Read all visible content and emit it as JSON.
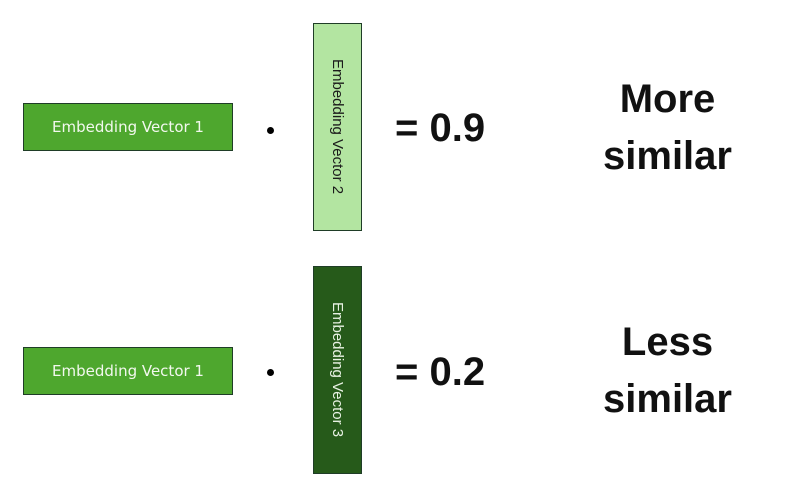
{
  "rows": [
    {
      "left_vector": "Embedding Vector 1",
      "right_vector": "Embedding Vector 2",
      "operator": "•",
      "result": "= 0.9",
      "label_line1": "More",
      "label_line2": "similar",
      "right_color": "#b3e5a1"
    },
    {
      "left_vector": "Embedding Vector 1",
      "right_vector": "Embedding Vector 3",
      "operator": "•",
      "result": "= 0.2",
      "label_line1": "Less",
      "label_line2": "similar",
      "right_color": "#265a1a"
    }
  ]
}
